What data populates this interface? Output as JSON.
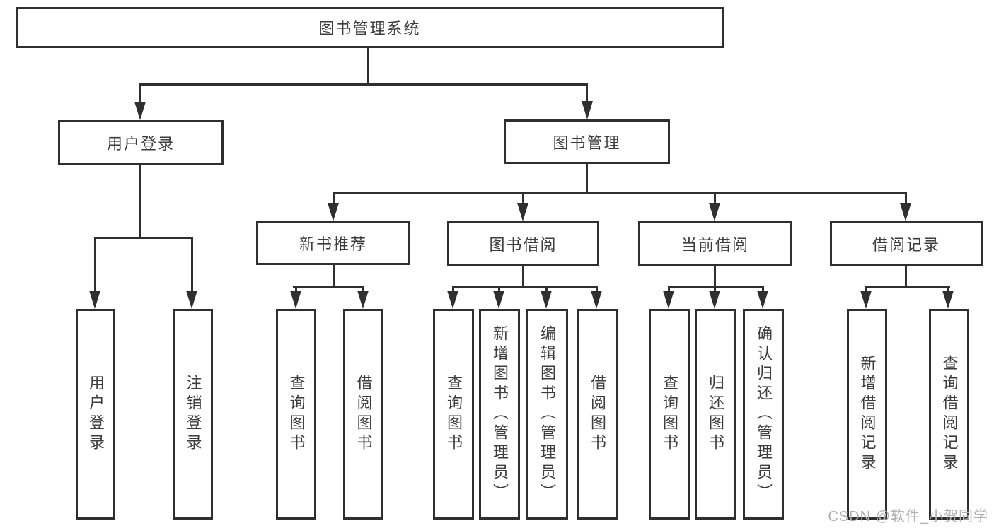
{
  "tree": {
    "root": "图书管理系统",
    "branches": [
      {
        "label": "用户登录",
        "leaves": [
          "用户登录",
          "注销登录"
        ]
      },
      {
        "label": "图书管理",
        "sections": [
          {
            "label": "新书推荐",
            "leaves": [
              "查询图书",
              "借阅图书"
            ]
          },
          {
            "label": "图书借阅",
            "leaves": [
              "查询图书",
              "新增图书（管理员）",
              "编辑图书（管理员）",
              "借阅图书"
            ]
          },
          {
            "label": "当前借阅",
            "leaves": [
              "查询图书",
              "归还图书",
              "确认归还（管理员）"
            ]
          },
          {
            "label": "借阅记录",
            "leaves": [
              "新增借阅记录",
              "查询借阅记录"
            ]
          }
        ]
      }
    ]
  },
  "watermark": "CSDN @软件_小贺同学",
  "colors": {
    "line": "#2f2f2f",
    "text": "#3d3d3d",
    "watermark": "#b0b0b0",
    "background": "#ffffff"
  }
}
